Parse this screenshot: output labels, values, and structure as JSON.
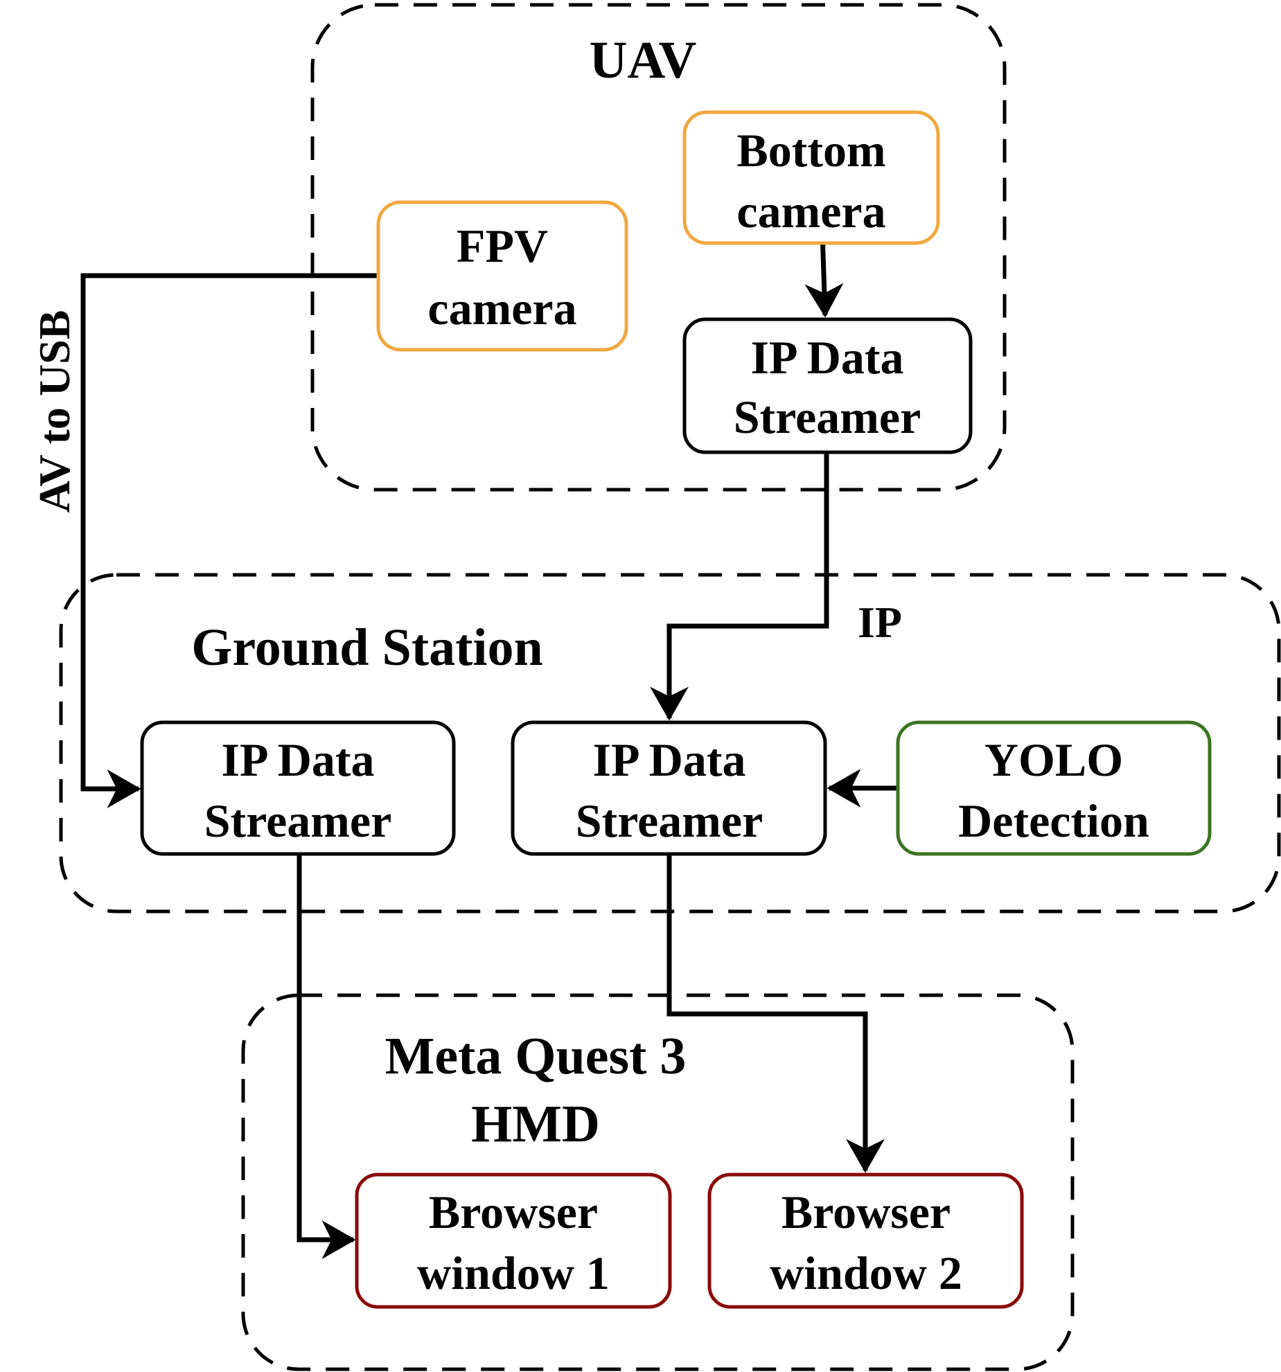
{
  "diagram": {
    "colors": {
      "camera_border": "#f0a840",
      "streamer_border": "#000000",
      "detection_border": "#3d7424",
      "browser_border": "#8b0a0a",
      "group_border": "#000000"
    },
    "groups": {
      "uav": {
        "title": "UAV"
      },
      "ground_station": {
        "title": "Ground Station"
      },
      "hmd": {
        "title_line1": "Meta Quest 3",
        "title_line2": "HMD"
      }
    },
    "nodes": {
      "bottom_camera": {
        "line1": "Bottom",
        "line2": "camera"
      },
      "fpv_camera": {
        "line1": "FPV",
        "line2": "camera"
      },
      "uav_streamer": {
        "line1": "IP Data",
        "line2": "Streamer"
      },
      "gs_streamer_1": {
        "line1": "IP Data",
        "line2": "Streamer"
      },
      "gs_streamer_2": {
        "line1": "IP Data",
        "line2": "Streamer"
      },
      "yolo": {
        "line1": "YOLO",
        "line2": "Detection"
      },
      "browser_1": {
        "line1": "Browser",
        "line2": "window 1"
      },
      "browser_2": {
        "line1": "Browser",
        "line2": "window 2"
      }
    },
    "edge_labels": {
      "av_to_usb": "AV to USB",
      "ip": "IP"
    },
    "edges": [
      {
        "from": "fpv_camera",
        "to": "gs_streamer_1",
        "label": "AV to USB"
      },
      {
        "from": "bottom_camera",
        "to": "uav_streamer"
      },
      {
        "from": "uav_streamer",
        "to": "gs_streamer_2",
        "label": "IP"
      },
      {
        "from": "yolo",
        "to": "gs_streamer_2"
      },
      {
        "from": "gs_streamer_1",
        "to": "browser_1"
      },
      {
        "from": "gs_streamer_2",
        "to": "browser_2"
      }
    ]
  }
}
